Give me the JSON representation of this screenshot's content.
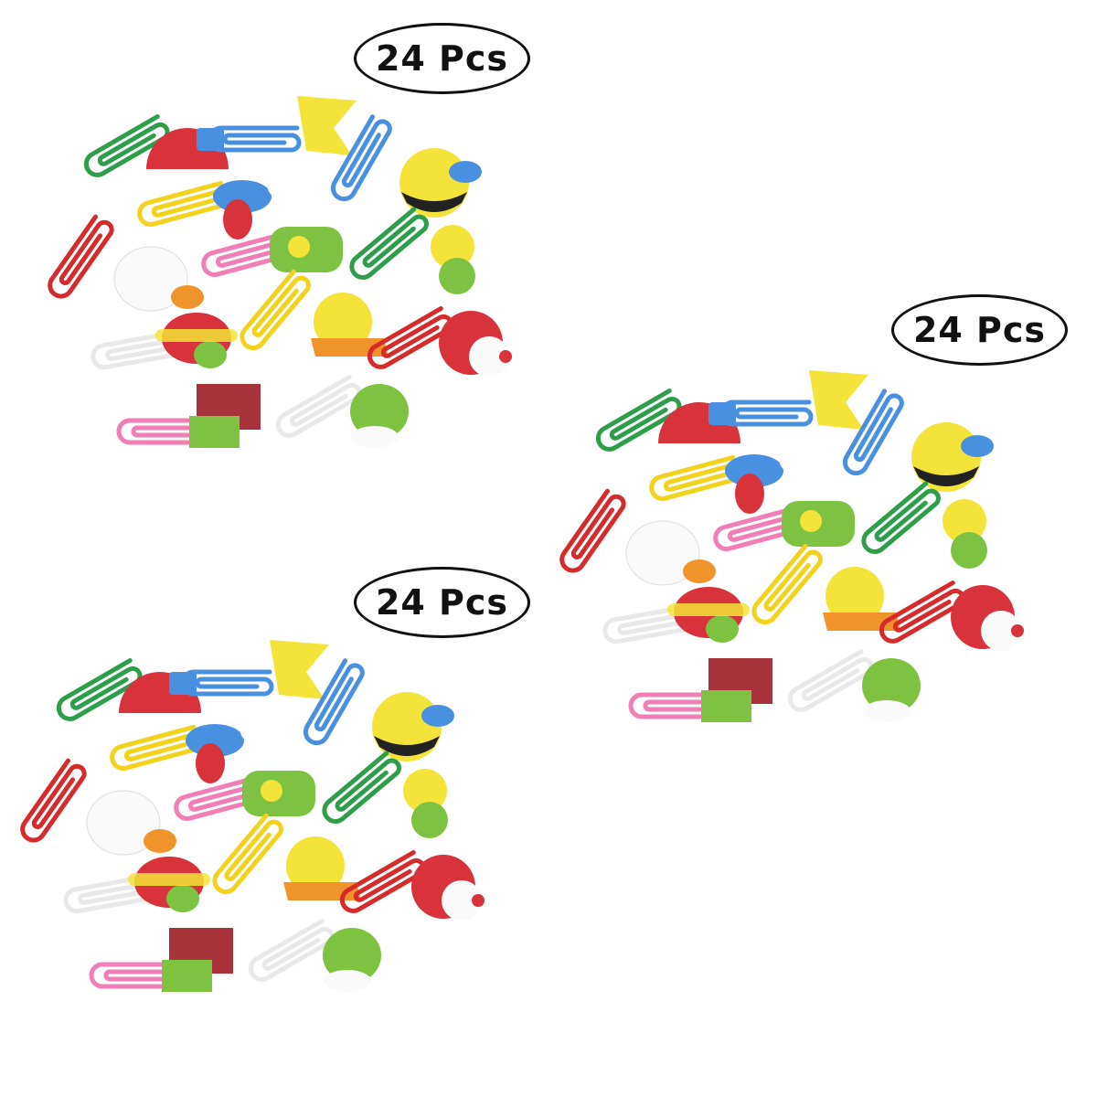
{
  "labels": {
    "top": "24 Pcs",
    "right": "24 Pcs",
    "middle": "24 Pcs"
  },
  "colors": {
    "clip_green": "#2e9e4a",
    "clip_blue": "#4a90e0",
    "clip_red": "#d62b2b",
    "clip_pink": "#ef7fb6",
    "clip_yellow": "#f2d21b",
    "clip_white": "#e9e9e9",
    "wood_red": "#d8323a",
    "wood_yellow": "#f4e43a",
    "wood_green": "#7ec242",
    "wood_orange": "#f0932a",
    "wood_brown": "#a8333a"
  },
  "clips": [
    {
      "icon": "mushroom-clip-icon"
    },
    {
      "icon": "butterfly-yellow-clip-icon"
    },
    {
      "icon": "butterfly-red-clip-icon"
    },
    {
      "icon": "bee-clip-icon"
    },
    {
      "icon": "frog-clip-icon"
    },
    {
      "icon": "duck-clip-icon"
    },
    {
      "icon": "butterfly-small-clip-icon"
    },
    {
      "icon": "ladybug-clip-icon"
    },
    {
      "icon": "snail-clip-icon"
    },
    {
      "icon": "hedgehog-clip-icon"
    },
    {
      "icon": "house-clip-icon"
    },
    {
      "icon": "turtle-clip-icon"
    }
  ]
}
